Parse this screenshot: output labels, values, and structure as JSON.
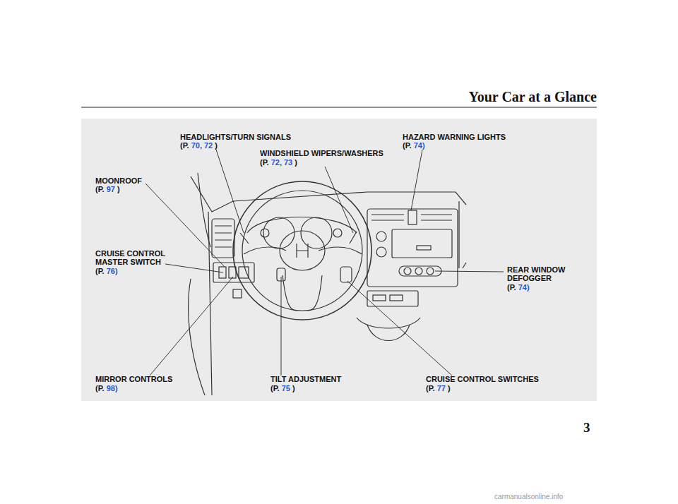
{
  "diagram": {
    "title": "Your Car at a Glance",
    "nodes": [],
    "edges": [],
    "labels": [
      "HEADLIGHTS/TURN SIGNALS",
      "(P.",
      "70, 72",
      ")",
      "HAZARD WARNING LIGHTS",
      "(P.",
      "74)",
      "WINDSHIELD WIPERS/WASHERS",
      "(P.",
      "72, 73",
      ")",
      "MOONROOF",
      "(P.",
      "97",
      ")",
      "CRUISE CONTROL MASTER SWITCH",
      "(P.",
      "76)",
      "REAR WINDOW DEFOGGER",
      "(P.",
      "74)",
      "MIRROR CONTROLS",
      "(P.",
      "98)",
      "TILT ADJUSTMENT",
      "(P.",
      "75",
      ")",
      "CRUISE CONTROL SWITCHES",
      "(P.",
      "77",
      ")",
      "3",
      "carmanualsonline.info"
    ]
  }
}
